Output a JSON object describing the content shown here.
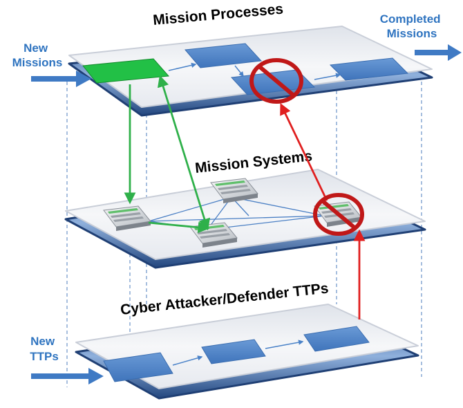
{
  "layers": {
    "top": {
      "title": "Mission Processes"
    },
    "middle": {
      "title": "Mission Systems"
    },
    "bottom": {
      "title": "Cyber Attacker/Defender TTPs"
    }
  },
  "inputs": {
    "new_missions": {
      "line1": "New",
      "line2": "Missions"
    },
    "completed_missions": {
      "line1": "Completed",
      "line2": "Missions"
    },
    "new_ttps": {
      "line1": "New",
      "line2": "TTPs"
    }
  },
  "colors": {
    "plate_fill": "#eef0f4",
    "plate_edge": "#2b5392",
    "process_box": "#4f86cc",
    "active_process": "#22c046",
    "flow_arrow": "#3f7ac4",
    "mission_link": "#2fb04a",
    "attack_path": "#e01f1f",
    "block_symbol": "#c01818",
    "title_text": "#000000",
    "flow_text": "#2f74c0"
  },
  "icons": [
    "server-icon",
    "no-entry-icon"
  ]
}
